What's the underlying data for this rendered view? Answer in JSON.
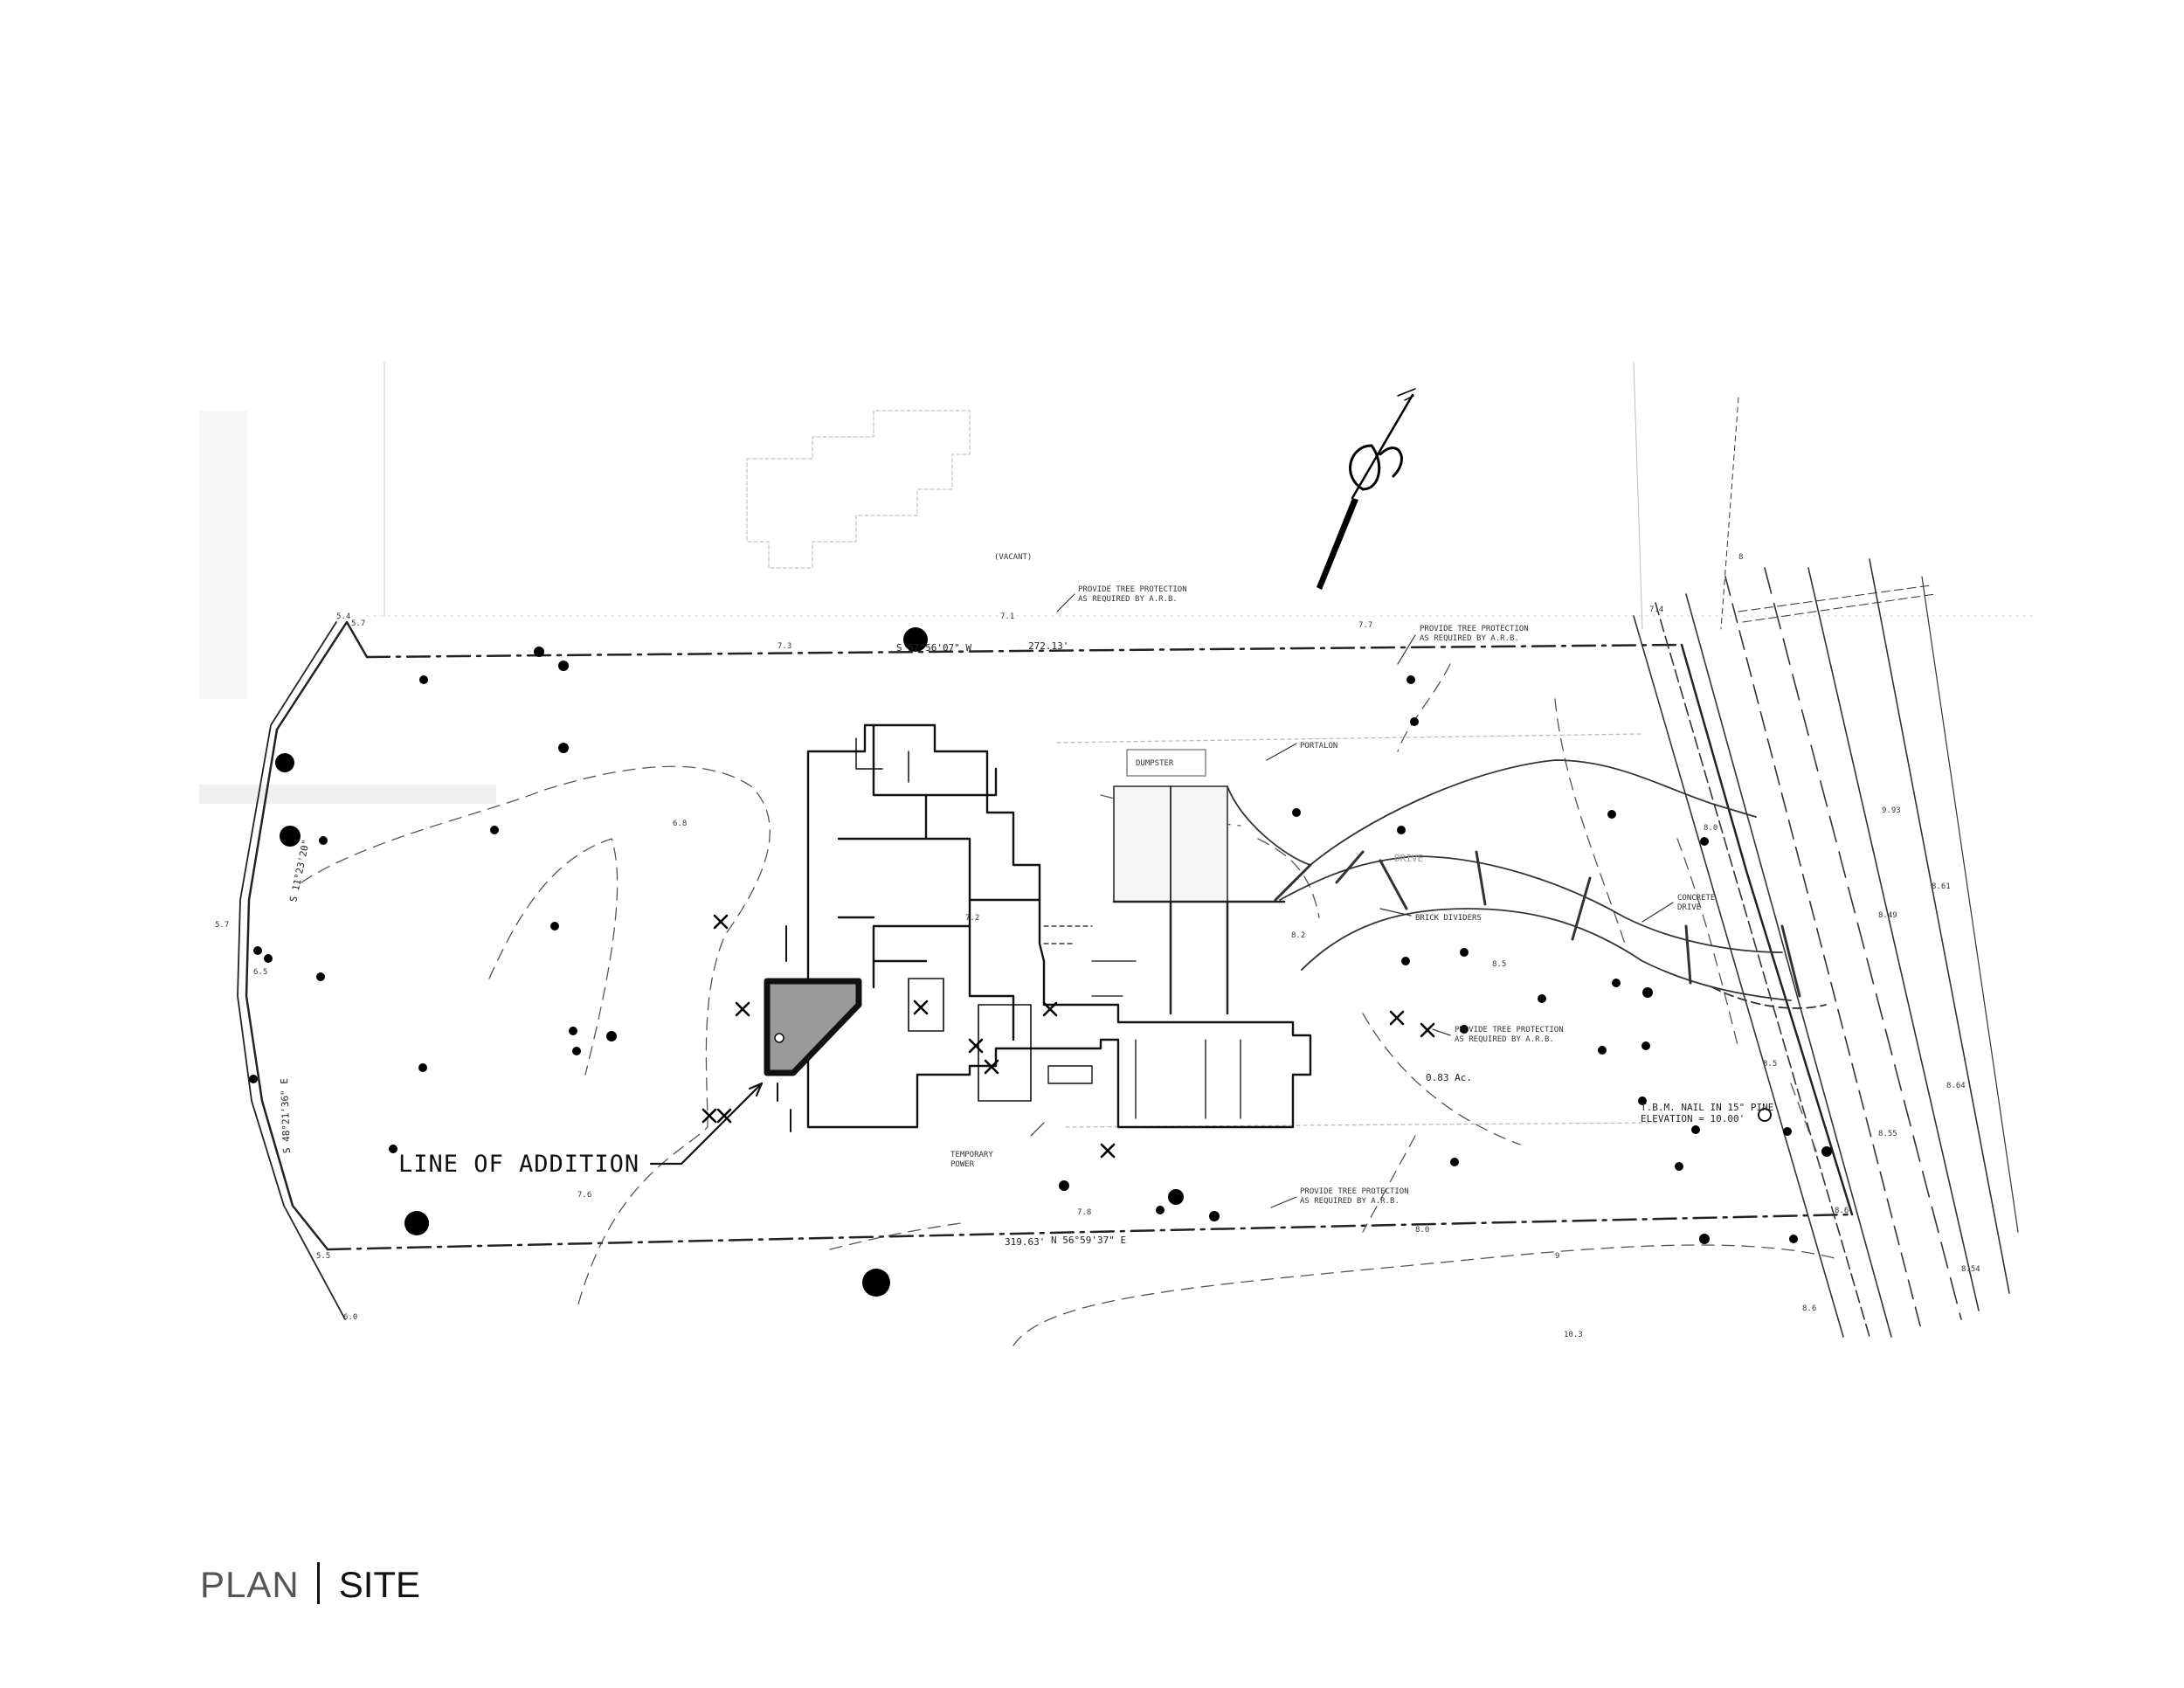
{
  "labels": {
    "vacant": "(VACANT)",
    "tree_protection_1": "PROVIDE TREE PROTECTION",
    "tree_protection_2": "AS REQUIRED BY A.R.B.",
    "bearing_north": "S 57°56'07\" W",
    "dist_north": "272.13'",
    "bearing_south": "319.63'",
    "bearing_south_dir": "N 56°59'37\" E",
    "bearing_west_1": "S 11°23'20\"",
    "bearing_west_2": "S 48°21'36\" E",
    "dumpster": "DUMPSTER",
    "portalon": "PORTALON",
    "drive": "DRIVE",
    "brick_dividers": "BRICK DIVIDERS",
    "concrete_drive_1": "CONCRETE",
    "concrete_drive_2": "DRIVE",
    "acreage": "0.83 Ac.",
    "tbm_1": "T.B.M. NAIL IN 15\" PINE",
    "tbm_2": "ELEVATION = 10.00'",
    "temporary_power_1": "TEMPORARY",
    "temporary_power_2": "POWER",
    "line_of_addition": "LINE OF ADDITION"
  },
  "title": {
    "left": "PLAN",
    "right": "SITE"
  }
}
